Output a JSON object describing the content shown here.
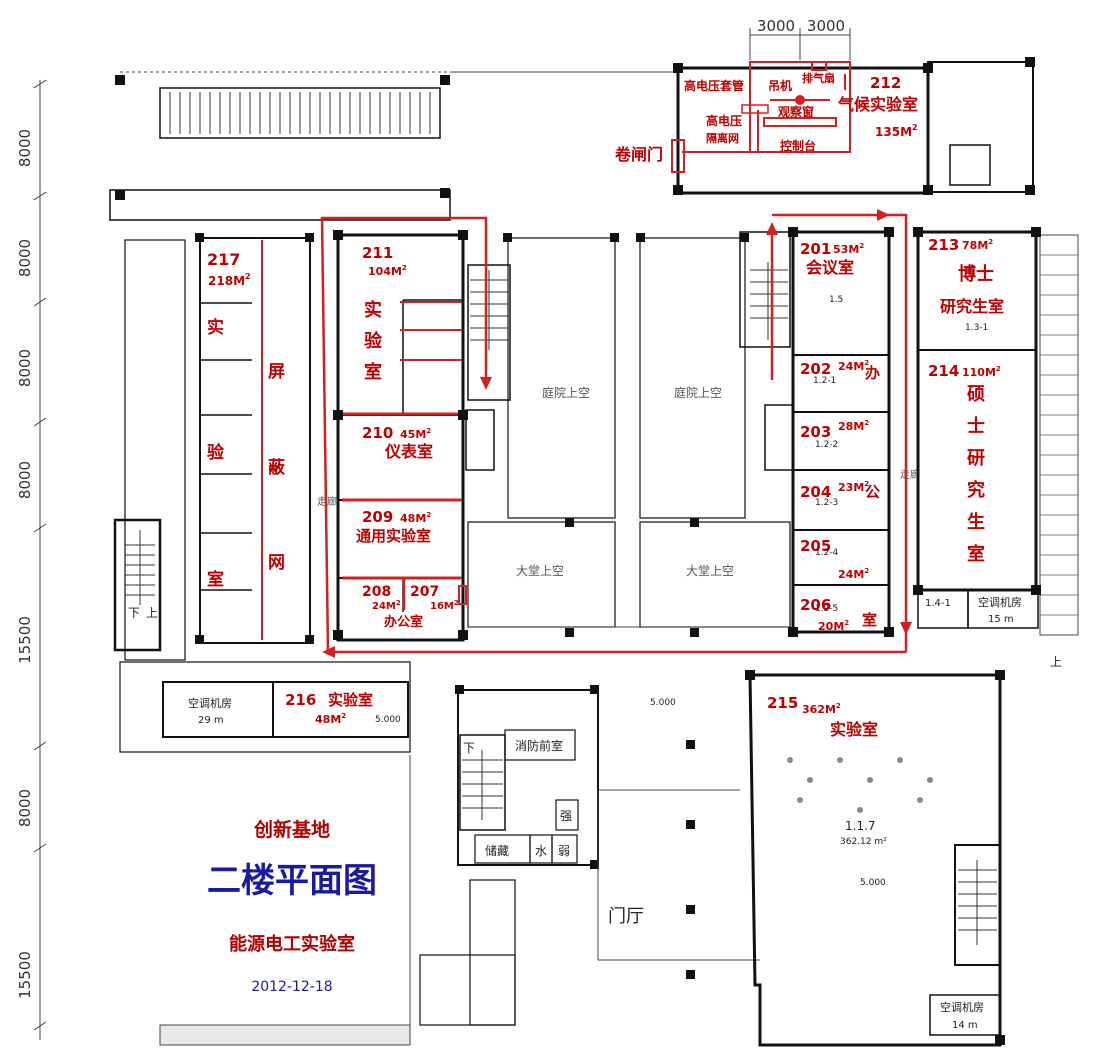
{
  "header": {
    "org": "创新基地",
    "title": "二楼平面图",
    "lab": "能源电工实验室",
    "date": "2012-12-18"
  },
  "dimensions": {
    "top": [
      "3000",
      "3000"
    ],
    "left": [
      "8000",
      "8000",
      "8000",
      "8000",
      "15500",
      "8000",
      "15500"
    ]
  },
  "rooms": {
    "r211": {
      "num": "211",
      "area": "104",
      "name": [
        "实",
        "验",
        "室"
      ]
    },
    "r210": {
      "num": "210",
      "area": "45",
      "name": "仪表室"
    },
    "r209": {
      "num": "209",
      "area": "48",
      "name": "通用实验室"
    },
    "r208": {
      "num": "208",
      "area": "24"
    },
    "r207": {
      "num": "207",
      "area": "16"
    },
    "office": "办公室",
    "r217": {
      "num": "217",
      "area": "218",
      "name_a": [
        "实",
        "验",
        "室"
      ],
      "name_b": [
        "屏",
        "蔽",
        "网"
      ]
    },
    "r216": {
      "num": "216",
      "name": "实验室",
      "area": "48"
    },
    "r212": {
      "num": "212",
      "name": "气候实验室",
      "area": "135"
    },
    "r212_items": {
      "hv_bushing": "高电压套管",
      "crane": "吊机",
      "exhaust": "排气扇",
      "hv_isolation_1": "高电压",
      "hv_isolation_2": "隔离网",
      "window": "观察窗",
      "console": "控制台",
      "shutter": "卷闸门"
    },
    "r201": {
      "num": "201",
      "area": "53",
      "name": "会议室"
    },
    "r202": {
      "num": "202",
      "area": "24",
      "suffix": "办"
    },
    "r203": {
      "num": "203",
      "area": "28"
    },
    "r204": {
      "num": "204",
      "area": "23",
      "suffix": "公"
    },
    "r205": {
      "num": "205",
      "area": "24"
    },
    "r206": {
      "num": "206",
      "area": "20",
      "suffix": "室"
    },
    "r213": {
      "num": "213",
      "area": "78",
      "name_1": "博士",
      "name_2": "研究生室"
    },
    "r214": {
      "num": "214",
      "area": "110",
      "name": [
        "硕",
        "士",
        "研",
        "究",
        "生",
        "室"
      ]
    },
    "r215": {
      "num": "215",
      "area": "362",
      "name": "实验室"
    },
    "area_unit": "M",
    "area_sup": "2"
  },
  "plan_text": {
    "ac_room_left": "空调机房",
    "ac_left_area": "29 m",
    "ac_room_right": "空调机房",
    "ac_right_area": "15 m",
    "ac_room_bottom": "空调机房",
    "ac_bottom_area": "14 m",
    "fire_room": "消防前室",
    "storage": "储藏",
    "water": "水",
    "weak": "弱",
    "strong": "强",
    "courtyard_1": "庭院上空",
    "courtyard_2": "庭院上空",
    "hall_1": "大堂上空",
    "hall_2": "大堂上空",
    "corridor_left": "走廊",
    "corridor_right": "走廊",
    "stair_down": "下",
    "stair_up": "上",
    "r215_code": "1.1.7",
    "r215_sub": "362.12 m²",
    "r201_code": "1.5",
    "r202_code": "1.2-1",
    "r203_code": "1.2-2",
    "r204_code": "1.2-3",
    "r205_code": "1.2-4",
    "r206_code": "1.2-5",
    "r213_code": "1.3-1",
    "r_141": "1.4-1",
    "elev_1": "5.000",
    "elev_2": "5.000",
    "elev_3": "5.000",
    "lower_big": "门厅"
  },
  "colors": {
    "red": "#c00000",
    "route": "#d42020",
    "title_blue": "#1a1aa0",
    "subtitle_red": "#b00000",
    "date_blue": "#1a1aa0",
    "wall": "#111111",
    "grid_bg": "#f4f4f4"
  }
}
